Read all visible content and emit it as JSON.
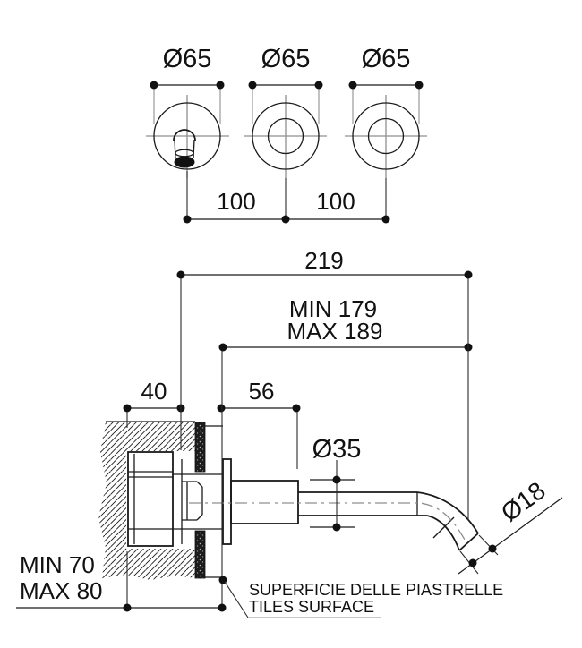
{
  "colors": {
    "background": "#ffffff",
    "line": "#1a1a1a",
    "centerline": "#8f8f8f",
    "tile_fill": "#1c1c1c"
  },
  "top_view": {
    "diameter_labels": [
      "Ø65",
      "Ø65",
      "Ø65"
    ],
    "spacing_labels": [
      "100",
      "100"
    ]
  },
  "side_view": {
    "overall_depth": "219",
    "reach_min": "MIN 179",
    "reach_max": "MAX 189",
    "dim_40": "40",
    "dim_56": "56",
    "sleeve_diameter": "Ø35",
    "outlet_diameter": "Ø18",
    "embed_min": "MIN 70",
    "embed_max": "MAX 80"
  },
  "surface_note": {
    "line1": "SUPERFICIE DELLE PIASTRELLE",
    "line2": "TILES SURFACE"
  }
}
